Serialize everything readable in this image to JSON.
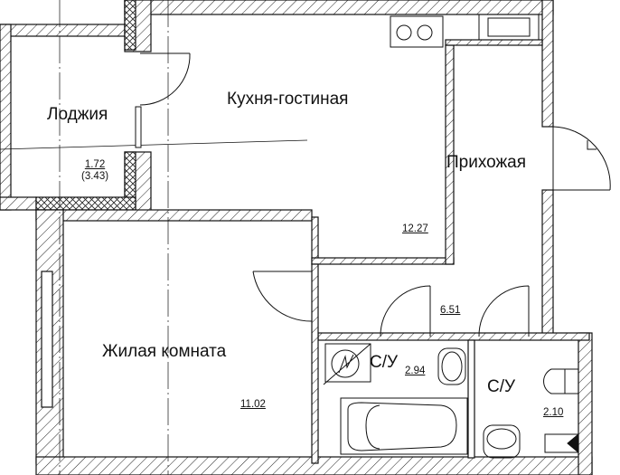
{
  "rooms": {
    "loggia": {
      "name": "Лоджия",
      "area": "1.72",
      "area_full": "(3.43)"
    },
    "kitchen_living": {
      "name": "Кухня-гостиная",
      "area": "12.27"
    },
    "hallway": {
      "name": "Прихожая",
      "area": "6.51"
    },
    "living_room": {
      "name": "Жилая комната",
      "area": "11.02"
    },
    "bathroom_1": {
      "name": "С/У",
      "area": "2.94"
    },
    "bathroom_2": {
      "name": "С/У",
      "area": "2.10"
    }
  }
}
